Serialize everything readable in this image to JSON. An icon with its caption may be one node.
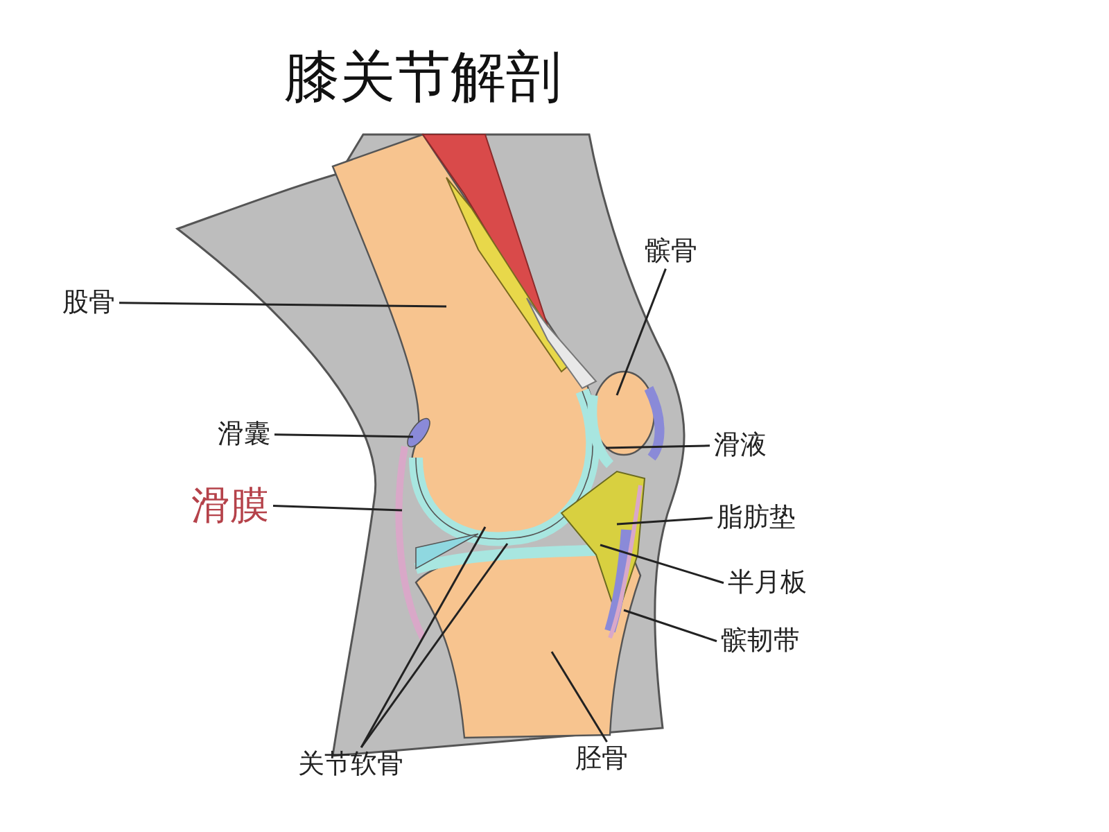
{
  "diagram": {
    "title": "膝关节解剖",
    "nodes": [
      {
        "text": [
          "髌骨"
        ]
      },
      {
        "text": [
          "股骨"
        ]
      },
      {
        "text": [
          "滑囊"
        ]
      },
      {
        "text": [
          "滑液"
        ]
      },
      {
        "text": [
          "滑膜"
        ]
      },
      {
        "text": [
          "脂肪垫"
        ]
      },
      {
        "text": [
          "半月板"
        ]
      },
      {
        "text": [
          "髌韧带"
        ]
      },
      {
        "text": [
          "胫骨"
        ]
      },
      {
        "text": [
          "关节软骨"
        ]
      }
    ],
    "edges": [
      {
        "from": 0,
        "to": null,
        "arrow": "none"
      },
      {
        "from": 1,
        "to": null,
        "arrow": "none"
      },
      {
        "from": 2,
        "to": null,
        "arrow": "none"
      },
      {
        "from": 3,
        "to": null,
        "arrow": "none"
      },
      {
        "from": 4,
        "to": null,
        "arrow": "none"
      },
      {
        "from": 5,
        "to": null,
        "arrow": "none"
      },
      {
        "from": 6,
        "to": null,
        "arrow": "none"
      },
      {
        "from": 7,
        "to": null,
        "arrow": "none"
      },
      {
        "from": 8,
        "to": null,
        "arrow": "none"
      },
      {
        "from": 9,
        "to": null,
        "arrow": "none"
      },
      {
        "from": 9,
        "to": null,
        "arrow": "none"
      }
    ]
  }
}
